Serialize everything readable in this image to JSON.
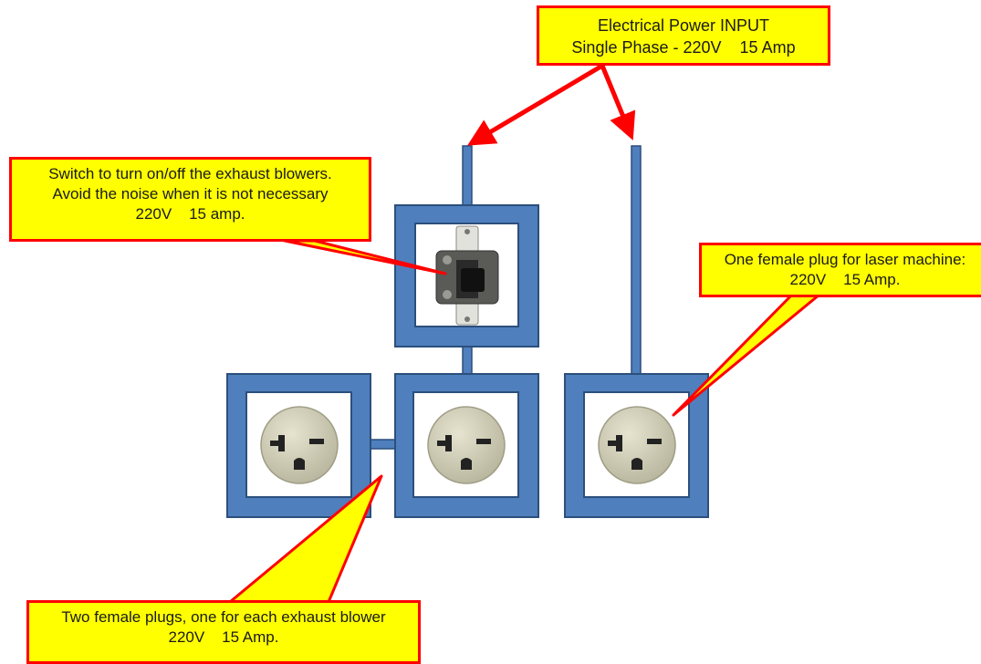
{
  "colors": {
    "box_stroke": "#4f7fbd",
    "box_outline": "#2c4f7c",
    "callout_fill": "#ffff00",
    "callout_border": "#ff0000",
    "arrow": "#ff0000",
    "outlet_face": "#d9d6be"
  },
  "callouts": {
    "power_input": {
      "line1": "Electrical Power INPUT",
      "line2": "Single Phase - 220V    15 Amp"
    },
    "switch": {
      "line1": "Switch to turn on/off the exhaust blowers.",
      "line2": "Avoid the noise when it is not necessary",
      "line3": "220V    15 amp."
    },
    "laser": {
      "line1": "One female plug for laser machine:",
      "line2": "220V    15 Amp."
    },
    "exhaust": {
      "line1": "Two female plugs, one for each exhaust blower",
      "line2": "220V    15 Amp."
    }
  },
  "components": {
    "switch_icon": "toggle-switch",
    "outlet_icon": "nema-6-20-outlet",
    "outlet_count": 3
  }
}
